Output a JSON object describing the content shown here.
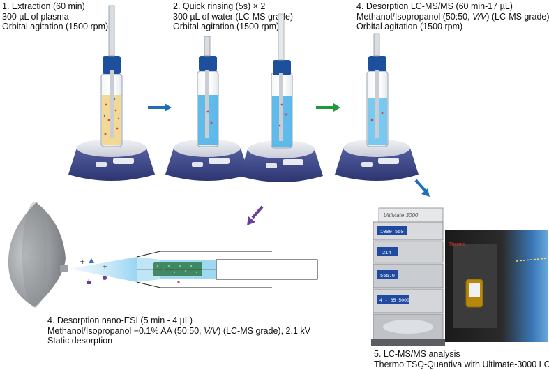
{
  "step1": {
    "line1": "1. Extraction (60 min)",
    "line2": "300 µL of plasma",
    "line3": "Orbital agitation (1500 rpm)"
  },
  "step2": {
    "line1": "2. Quick rinsing (5s) × 2",
    "line2": "300 µL of water (LC-MS grade)",
    "line3": "Orbital agitation (1500 rpm)"
  },
  "step4a": {
    "line1": "4. Desorption LC-MS/MS (60 min-17 µL)",
    "line2_pre": "Methanol/Isopropanol (50:50, ",
    "line2_ital": "V/V",
    "line2_post": ") (LC-MS grade)",
    "line3": "Orbital agitation (1500 rpm)"
  },
  "step4b": {
    "line1": "4. Desorption nano-ESI (5 min - 4 µL)",
    "line2_pre": "Methanol/Isopropanol −0.1% AA (50:50, ",
    "line2_ital": "V/V",
    "line2_post": ") (LC-MS grade), 2.1 kV",
    "line3": "Static desorption"
  },
  "step5": {
    "line1": "5. LC-MS/MS analysis",
    "line2": "Thermo TSQ-Quantiva with Ultimate-3000 LC"
  },
  "instrument": {
    "lc_brand": "UltiMate 3000",
    "display1": "1000  550",
    "display2": "214",
    "display3": "555.0",
    "display4": "4 - 65  5000",
    "ms_brand": "Thermo"
  },
  "colors": {
    "arrow_blue": "#1f6fb8",
    "arrow_green": "#1f9a3a",
    "arrow_purple": "#6a3ea1",
    "plasma": "#f3d58a",
    "water": "#4fb3e8",
    "solvent": "#6cc3ef",
    "stirrer": "#3f4a8c"
  }
}
